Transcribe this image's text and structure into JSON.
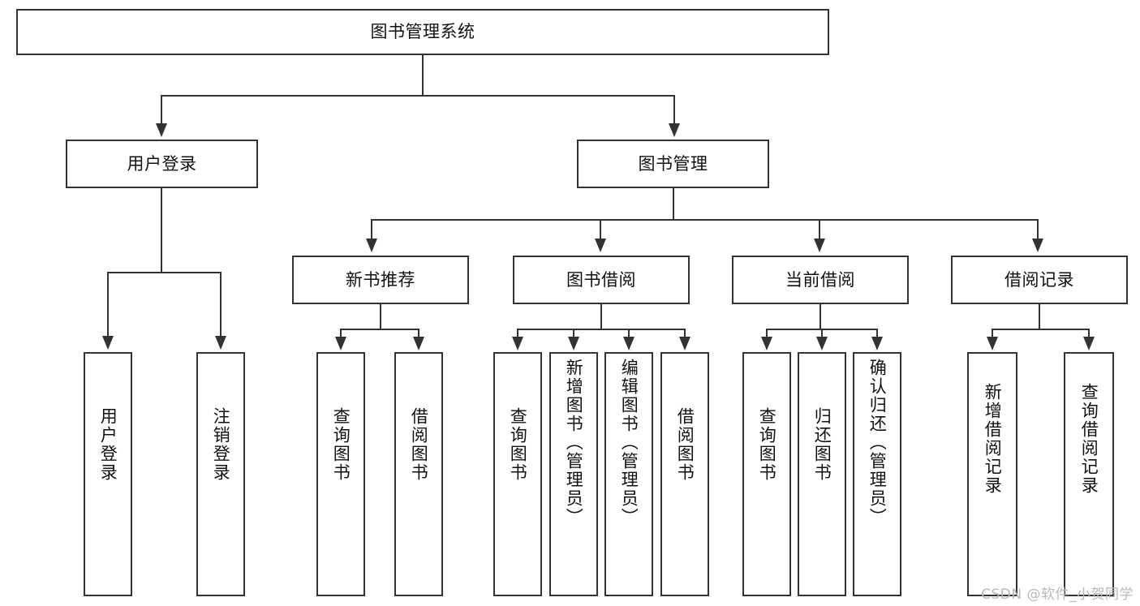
{
  "diagram": {
    "title_node": {
      "label": "图书管理系统"
    },
    "level2": [
      {
        "label": "用户登录"
      },
      {
        "label": "图书管理"
      }
    ],
    "level3": [
      {
        "label": "新书推荐"
      },
      {
        "label": "图书借阅"
      },
      {
        "label": "当前借阅"
      },
      {
        "label": "借阅记录"
      }
    ],
    "leaves": {
      "user_login": [
        {
          "label": "用户登录"
        },
        {
          "label": "注销登录"
        }
      ],
      "new_book_recommend": [
        {
          "label": "查询图书"
        },
        {
          "label": "借阅图书"
        }
      ],
      "book_borrow": [
        {
          "label": "查询图书"
        },
        {
          "label": "新增图书（管理员）"
        },
        {
          "label": "编辑图书（管理员）"
        },
        {
          "label": "借阅图书"
        }
      ],
      "current_borrow": [
        {
          "label": "查询图书"
        },
        {
          "label": "归还图书"
        },
        {
          "label": "确认归还（管理员）"
        }
      ],
      "borrow_record": [
        {
          "label": "新增借阅记录"
        },
        {
          "label": "查询借阅记录"
        }
      ]
    }
  },
  "watermark": {
    "text": "CSDN @软件_小贺同学"
  },
  "colors": {
    "stroke": "#333333",
    "background": "#ffffff",
    "text": "#111111",
    "watermark": "#b9b9b9"
  }
}
